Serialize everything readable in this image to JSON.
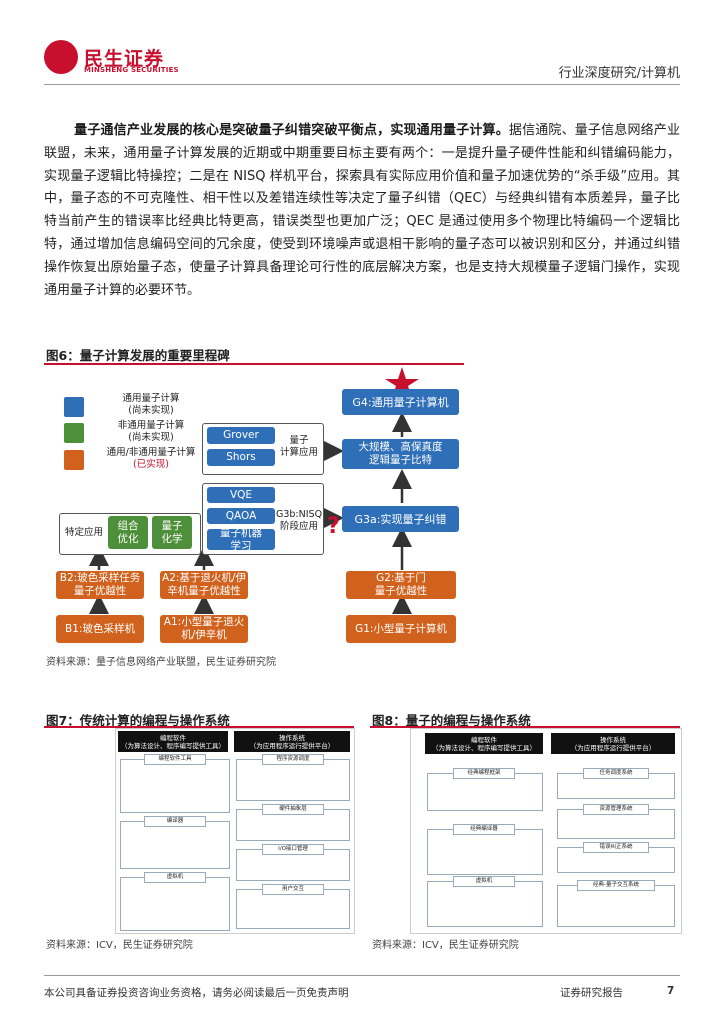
{
  "header": {
    "logo_cn": "民生证券",
    "logo_en": "MINSHENG SECURITIES",
    "category": "行业深度研究/计算机"
  },
  "body": {
    "lead_bold": "量子通信产业发展的核心是突破量子纠错突破平衡点，实现通用量子计算。",
    "text": "据信通院、量子信息网络产业联盟，未来，通用量子计算发展的近期或中期重要目标主要有两个：一是提升量子硬件性能和纠错编码能力，实现量子逻辑比特操控；二是在 NISQ 样机平台，探索具有实际应用价值和量子加速优势的“杀手级”应用。其中，量子态的不可克隆性、相干性以及差错连续性等决定了量子纠错（QEC）与经典纠错有本质差异，量子比特当前产生的错误率比经典比特更高，错误类型也更加广泛；QEC 是通过使用多个物理比特编码一个逻辑比特，通过增加信息编码空间的冗余度，使受到环境噪声或退相干影响的量子态可以被识别和区分，并通过纠错操作恢复出原始量子态，使量子计算具备理论可行性的底层解决方案，也是支持大规模量子逻辑门操作，实现通用量子计算的必要环节。"
  },
  "fig6": {
    "title": "图6：量子计算发展的重要里程碑",
    "legend": [
      {
        "label": "通用量子计算\n(尚未实现)",
        "color": "#2e6fb7"
      },
      {
        "label": "非通用量子计算\n(尚未实现)",
        "color": "#4e8f3a"
      },
      {
        "label": "通用/非通用量子计算",
        "sub": "(已实现)",
        "color": "#d0621d"
      }
    ],
    "g4": "G4:通用量子计算机",
    "g_big": "大规模、高保真度\n逻辑量子比特",
    "grover": "Grover",
    "shors": "Shors",
    "algo_label": "量子\n计算应用",
    "vqe": "VQE",
    "qaoa": "QAOA",
    "qml": "量子机器\n学习",
    "nisq_label": "G3b:NISQ\n阶段应用",
    "g3a": "G3a:实现量子纠错",
    "specific_label": "特定应用",
    "combo": "组合\n优化",
    "chem": "量子\n化学",
    "b2": "B2:玻色采样任务\n量子优越性",
    "a2": "A2:基于退火机/伊\n辛机量子优越性",
    "g2": "G2:基于门\n量子优越性",
    "b1": "B1:玻色采样机",
    "a1": "A1:小型量子退火\n机/伊辛机",
    "g1": "G1:小型量子计算机",
    "source": "资料来源：量子信息网络产业联盟，民生证券研究院"
  },
  "fig7": {
    "title": "图7：传统计算的编程与操作系统",
    "col1": "编程软件\n（为算法设计、程序编写提供工具）",
    "col2": "操作系统\n（为应用程序运行提供平台）",
    "left_sections": [
      "编程软件工具",
      "编译器",
      "虚拟机"
    ],
    "right_sections": [
      "程序资源调度",
      "硬件抽象层",
      "I/O接口管理",
      "用户交互"
    ],
    "source": "资料来源：ICV，民生证券研究院"
  },
  "fig8": {
    "title": "图8：量子的编程与操作系统",
    "col1": "编程软件\n（为算法设计、程序编写提供工具）",
    "col2": "操作系统\n（为应用程序运行提供平台）",
    "left_sections": [
      "经典编程框架",
      "经典编译器",
      "虚拟机"
    ],
    "right_sections": [
      "任务调度系统",
      "资源管理系统",
      "错误纠正系统",
      "经典-量子交互系统"
    ],
    "source": "资料来源：ICV，民生证券研究院"
  },
  "footer": {
    "disclaimer": "本公司具备证券投资咨询业务资格，请务必阅读最后一页免责声明",
    "label": "证券研究报告",
    "page": "7"
  },
  "colors": {
    "brand": "#c8102e",
    "blue": "#2e6fb7",
    "green": "#4e8f3a",
    "orange": "#d0621d"
  }
}
